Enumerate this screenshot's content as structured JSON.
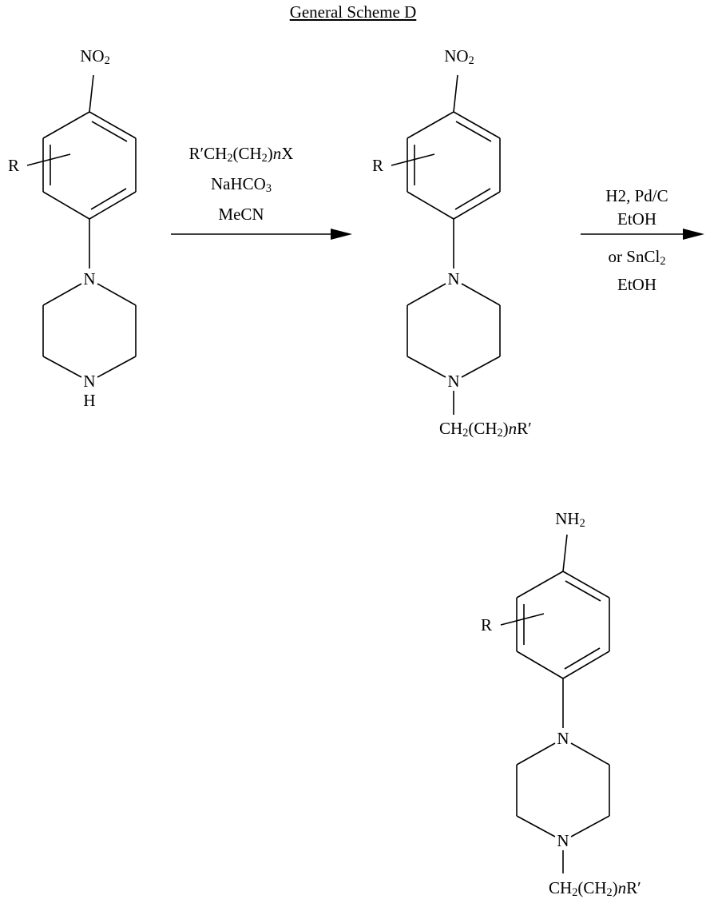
{
  "title": "General Scheme D",
  "colors": {
    "ink": "#000000",
    "background": "#ffffff"
  },
  "structures": {
    "nitro_piperazine": {
      "nitro_label": [
        {
          "t": "NO"
        },
        {
          "t": "2",
          "s": "sub"
        }
      ],
      "r_label": "R",
      "n_top": "N",
      "n_bottom": "N",
      "h_label": "H"
    },
    "alkylated_nitro_piperazine": {
      "nitro_label": [
        {
          "t": "NO"
        },
        {
          "t": "2",
          "s": "sub"
        }
      ],
      "r_label": "R",
      "n_top": "N",
      "n_bottom": "N",
      "chain_label": [
        {
          "t": "CH"
        },
        {
          "t": "2",
          "s": "sub"
        },
        {
          "t": "(CH"
        },
        {
          "t": "2",
          "s": "sub"
        },
        {
          "t": ")"
        },
        {
          "t": "n",
          "s": "i"
        },
        {
          "t": "R′"
        }
      ]
    },
    "aniline_piperazine": {
      "amine_label": [
        {
          "t": "NH"
        },
        {
          "t": "2",
          "s": "sub"
        }
      ],
      "r_label": "R",
      "n_top": "N",
      "n_bottom": "N",
      "chain_label": [
        {
          "t": "CH"
        },
        {
          "t": "2",
          "s": "sub"
        },
        {
          "t": "(CH"
        },
        {
          "t": "2",
          "s": "sub"
        },
        {
          "t": ")"
        },
        {
          "t": "n",
          "s": "i"
        },
        {
          "t": "R′"
        }
      ]
    }
  },
  "arrows": {
    "step1": {
      "above": [
        [
          {
            "t": "R′CH"
          },
          {
            "t": "2",
            "s": "sub"
          },
          {
            "t": "(CH"
          },
          {
            "t": "2",
            "s": "sub"
          },
          {
            "t": ")"
          },
          {
            "t": "n",
            "s": "i"
          },
          {
            "t": "X"
          }
        ],
        [
          {
            "t": "NaHCO"
          },
          {
            "t": "3",
            "s": "sub"
          }
        ],
        [
          {
            "t": "MeCN"
          }
        ]
      ]
    },
    "step2": {
      "above": [
        [
          {
            "t": "H2, Pd/C"
          }
        ],
        [
          {
            "t": "EtOH"
          }
        ]
      ],
      "below": [
        [
          {
            "t": "or SnCl"
          },
          {
            "t": "2",
            "s": "sub"
          }
        ],
        [
          {
            "t": "EtOH"
          }
        ]
      ]
    }
  }
}
